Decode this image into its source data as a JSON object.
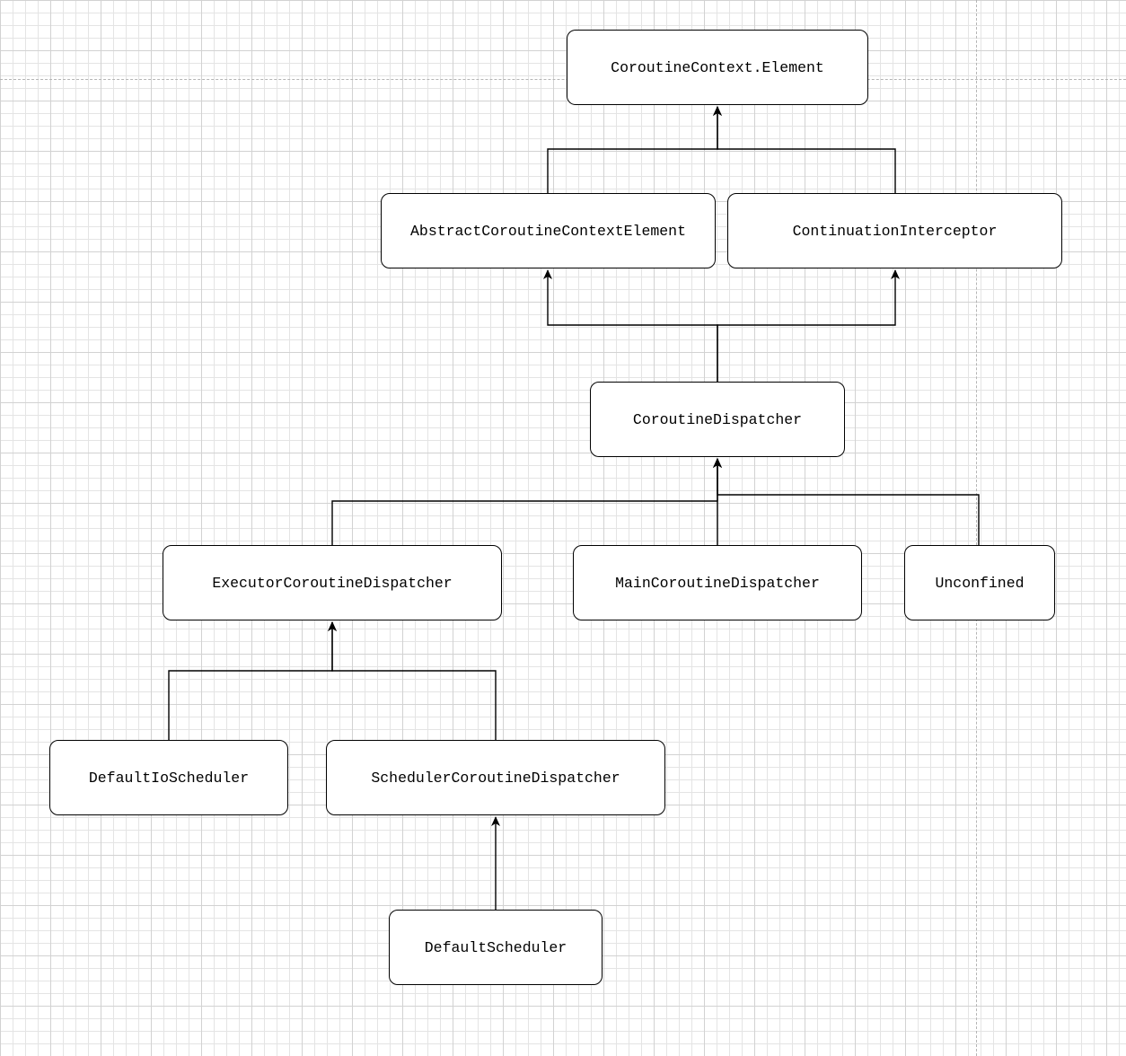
{
  "diagram": {
    "nodes": {
      "coroutine_context_element": "CoroutineContext.Element",
      "abstract_coroutine_context_element": "AbstractCoroutineContextElement",
      "continuation_interceptor": "ContinuationInterceptor",
      "coroutine_dispatcher": "CoroutineDispatcher",
      "executor_coroutine_dispatcher": "ExecutorCoroutineDispatcher",
      "main_coroutine_dispatcher": "MainCoroutineDispatcher",
      "unconfined": "Unconfined",
      "default_io_scheduler": "DefaultIoScheduler",
      "scheduler_coroutine_dispatcher": "SchedulerCoroutineDispatcher",
      "default_scheduler": "DefaultScheduler"
    },
    "edges": [
      {
        "from": "abstract_coroutine_context_element",
        "to": "coroutine_context_element"
      },
      {
        "from": "continuation_interceptor",
        "to": "coroutine_context_element"
      },
      {
        "from": "coroutine_dispatcher",
        "to": "abstract_coroutine_context_element"
      },
      {
        "from": "coroutine_dispatcher",
        "to": "continuation_interceptor"
      },
      {
        "from": "executor_coroutine_dispatcher",
        "to": "coroutine_dispatcher"
      },
      {
        "from": "main_coroutine_dispatcher",
        "to": "coroutine_dispatcher"
      },
      {
        "from": "unconfined",
        "to": "coroutine_dispatcher"
      },
      {
        "from": "default_io_scheduler",
        "to": "executor_coroutine_dispatcher"
      },
      {
        "from": "scheduler_coroutine_dispatcher",
        "to": "executor_coroutine_dispatcher"
      },
      {
        "from": "default_scheduler",
        "to": "scheduler_coroutine_dispatcher"
      }
    ],
    "line_color": "#000000",
    "node_fill": "#ffffff",
    "grid_color": "#e4e4e4"
  }
}
